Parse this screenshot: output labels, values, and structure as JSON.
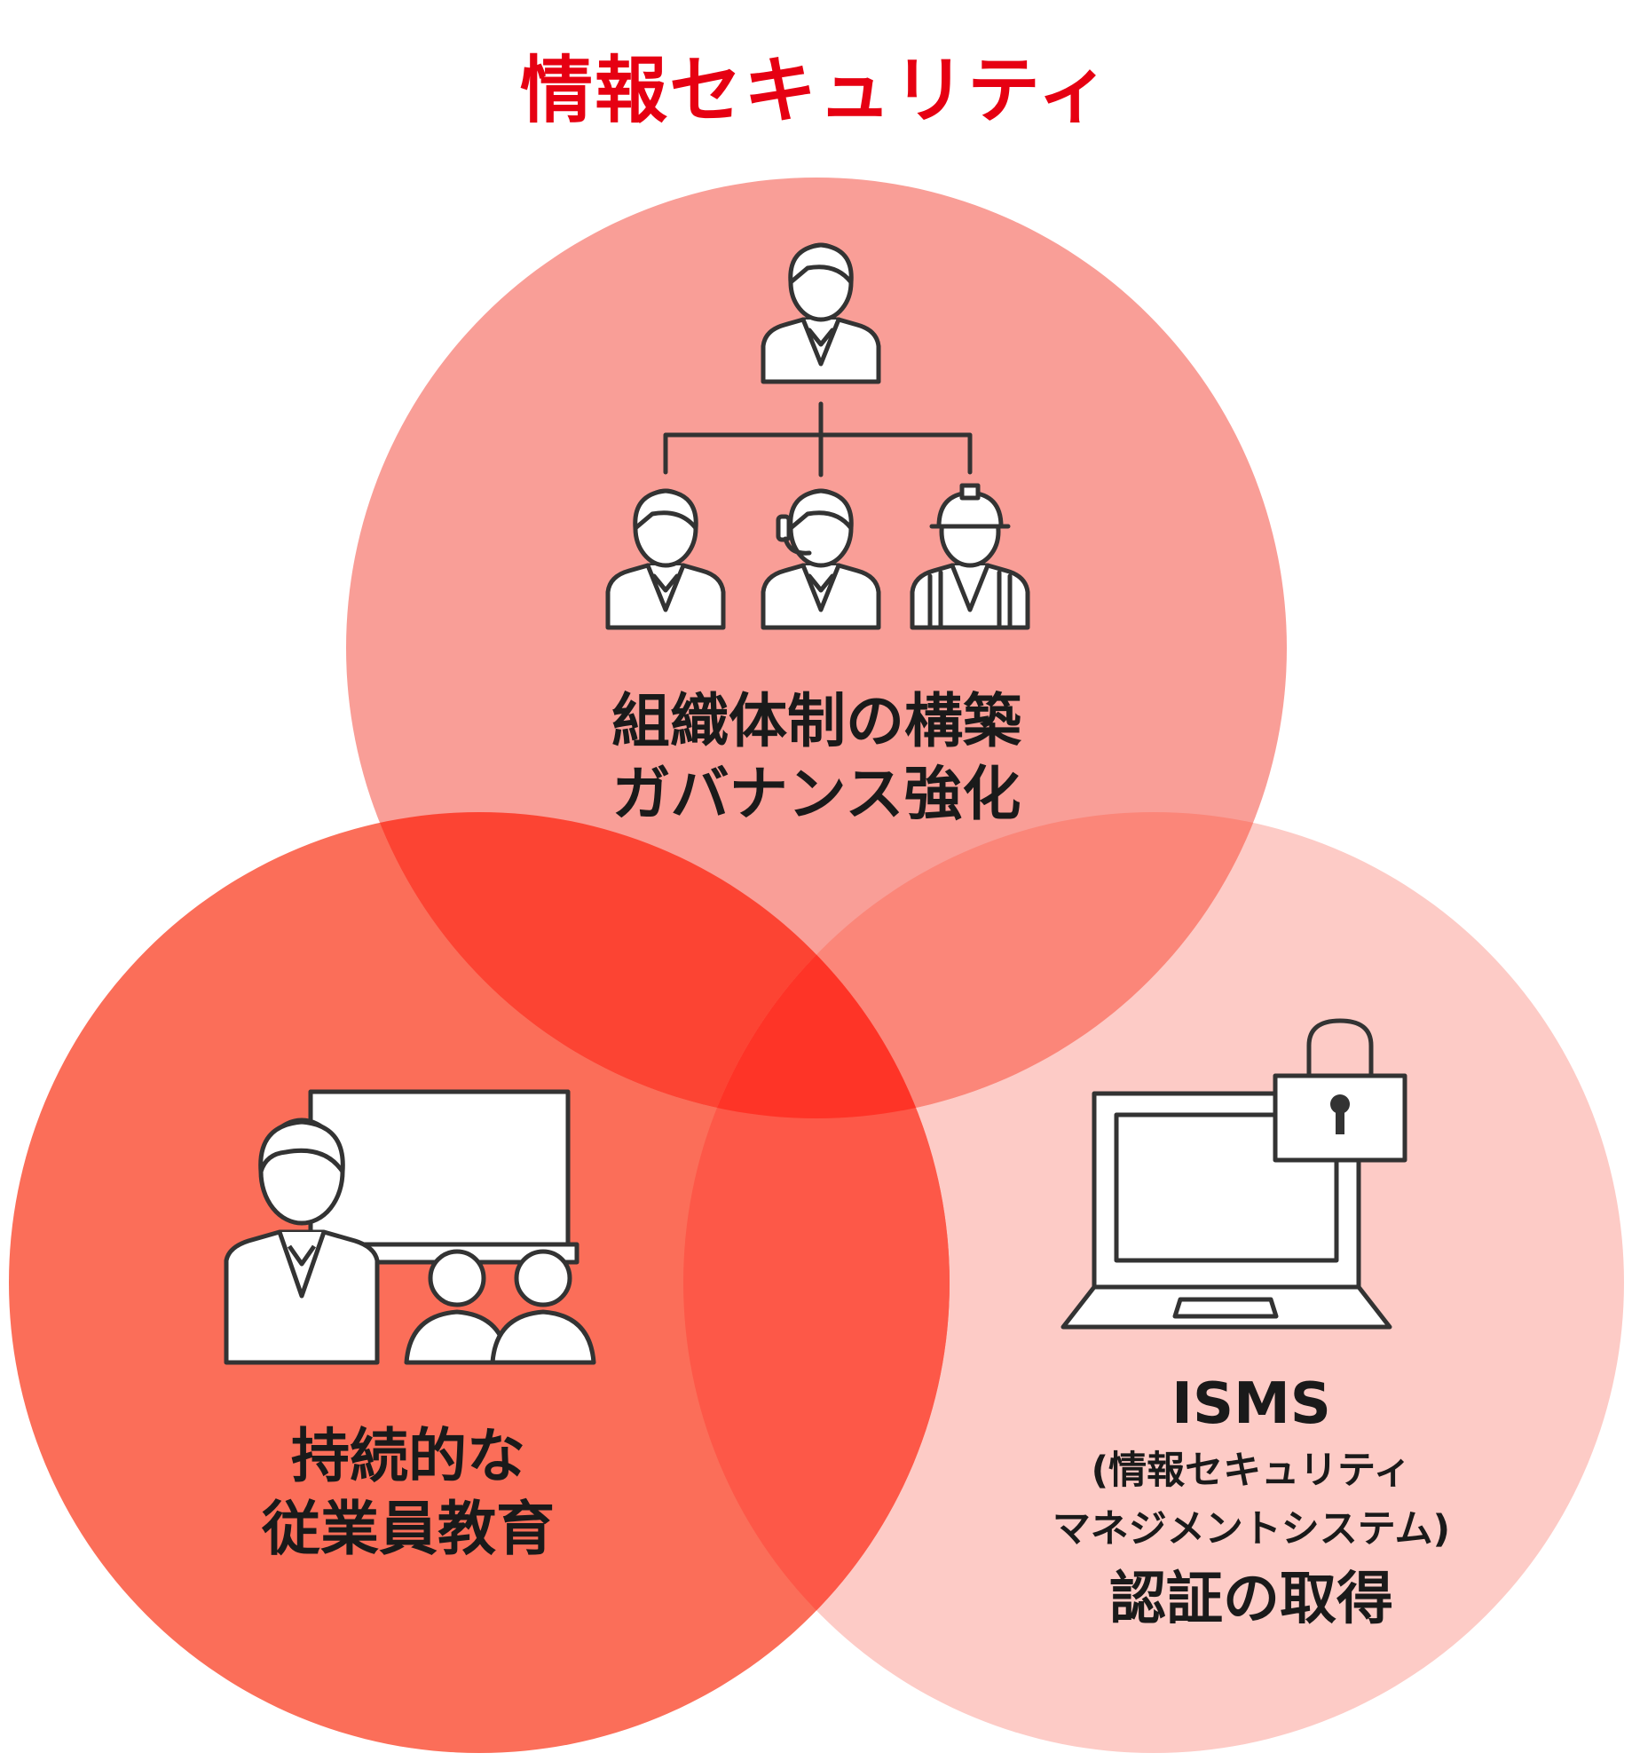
{
  "title": "情報セキュリティ",
  "colors": {
    "title": "#e60012",
    "circle_top": "#f99e97",
    "circle_left": "#fb6e59",
    "circle_right": "#fdcbc6",
    "overlap_top_left": "#fc4433",
    "overlap_top_right": "#fb8679",
    "overlap_left_right": "#fd5848",
    "overlap_center": "#fe3427",
    "icon_stroke": "#333333",
    "icon_fill": "#ffffff"
  },
  "circles": {
    "top": {
      "lines": [
        "組織体制の構築",
        "ガバナンス強化"
      ],
      "icon": "org-chart-icon"
    },
    "left": {
      "lines": [
        "持続的な",
        "従業員教育"
      ],
      "icon": "training-icon"
    },
    "right": {
      "line1": "ISMS",
      "line2": "(情報セキュリティ",
      "line3": "マネジメントシステム)",
      "line4": "認証の取得",
      "icon": "laptop-lock-icon"
    }
  }
}
